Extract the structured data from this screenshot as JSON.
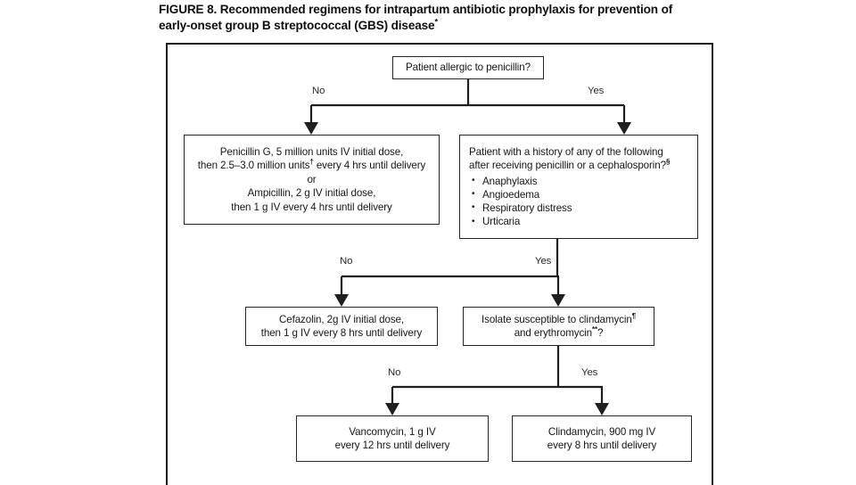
{
  "figure": {
    "caption_line_1": "FIGURE 8. Recommended regimens for intrapartum antibiotic prophylaxis for prevention of",
    "caption_line_2": "early-onset group B streptococcal (GBS) disease",
    "caption_marker": "*"
  },
  "nodes": {
    "allergy": {
      "text": "Patient allergic to penicillin?"
    },
    "penicillin": {
      "line_1": "Penicillin G, 5 million units IV initial dose,",
      "line_2_a": "then 2.5–3.0 million units",
      "line_2_marker": "†",
      "line_2_b": " every 4 hrs until delivery",
      "line_3": "or",
      "line_4": "Ampicillin, 2 g IV initial dose,",
      "line_5": "then 1 g IV every 4 hrs until delivery"
    },
    "history": {
      "line_1": "Patient with a history of any of the following",
      "line_2_a": "after receiving penicillin or a cephalosporin?",
      "line_2_marker": "§",
      "bullets": [
        "Anaphylaxis",
        "Angioedema",
        "Respiratory distress",
        "Urticaria"
      ]
    },
    "cefazolin": {
      "line_1": "Cefazolin, 2g IV initial dose,",
      "line_2": "then 1 g IV every 8 hrs until delivery"
    },
    "isolate": {
      "line_1_a": "Isolate susceptible to clindamycin",
      "line_1_marker": "¶",
      "line_2_a": "and erythromycin",
      "line_2_marker": "**",
      "line_2_b": "?"
    },
    "vancomycin": {
      "line_1": "Vancomycin, 1 g IV",
      "line_2": "every 12 hrs until delivery"
    },
    "clindamycin": {
      "line_1": "Clindamycin, 900 mg IV",
      "line_2": "every 8 hrs until delivery"
    }
  },
  "branches": {
    "decision_1_no": "No",
    "decision_1_yes": "Yes",
    "decision_2_no": "No",
    "decision_2_yes": "Yes",
    "decision_3_no": "No",
    "decision_3_yes": "Yes"
  },
  "colors": {
    "page_background": "#ffffff",
    "frame_border": "#1c1c1c",
    "node_border": "#262626",
    "text": "#161616",
    "connector": "#1f1f1f"
  }
}
